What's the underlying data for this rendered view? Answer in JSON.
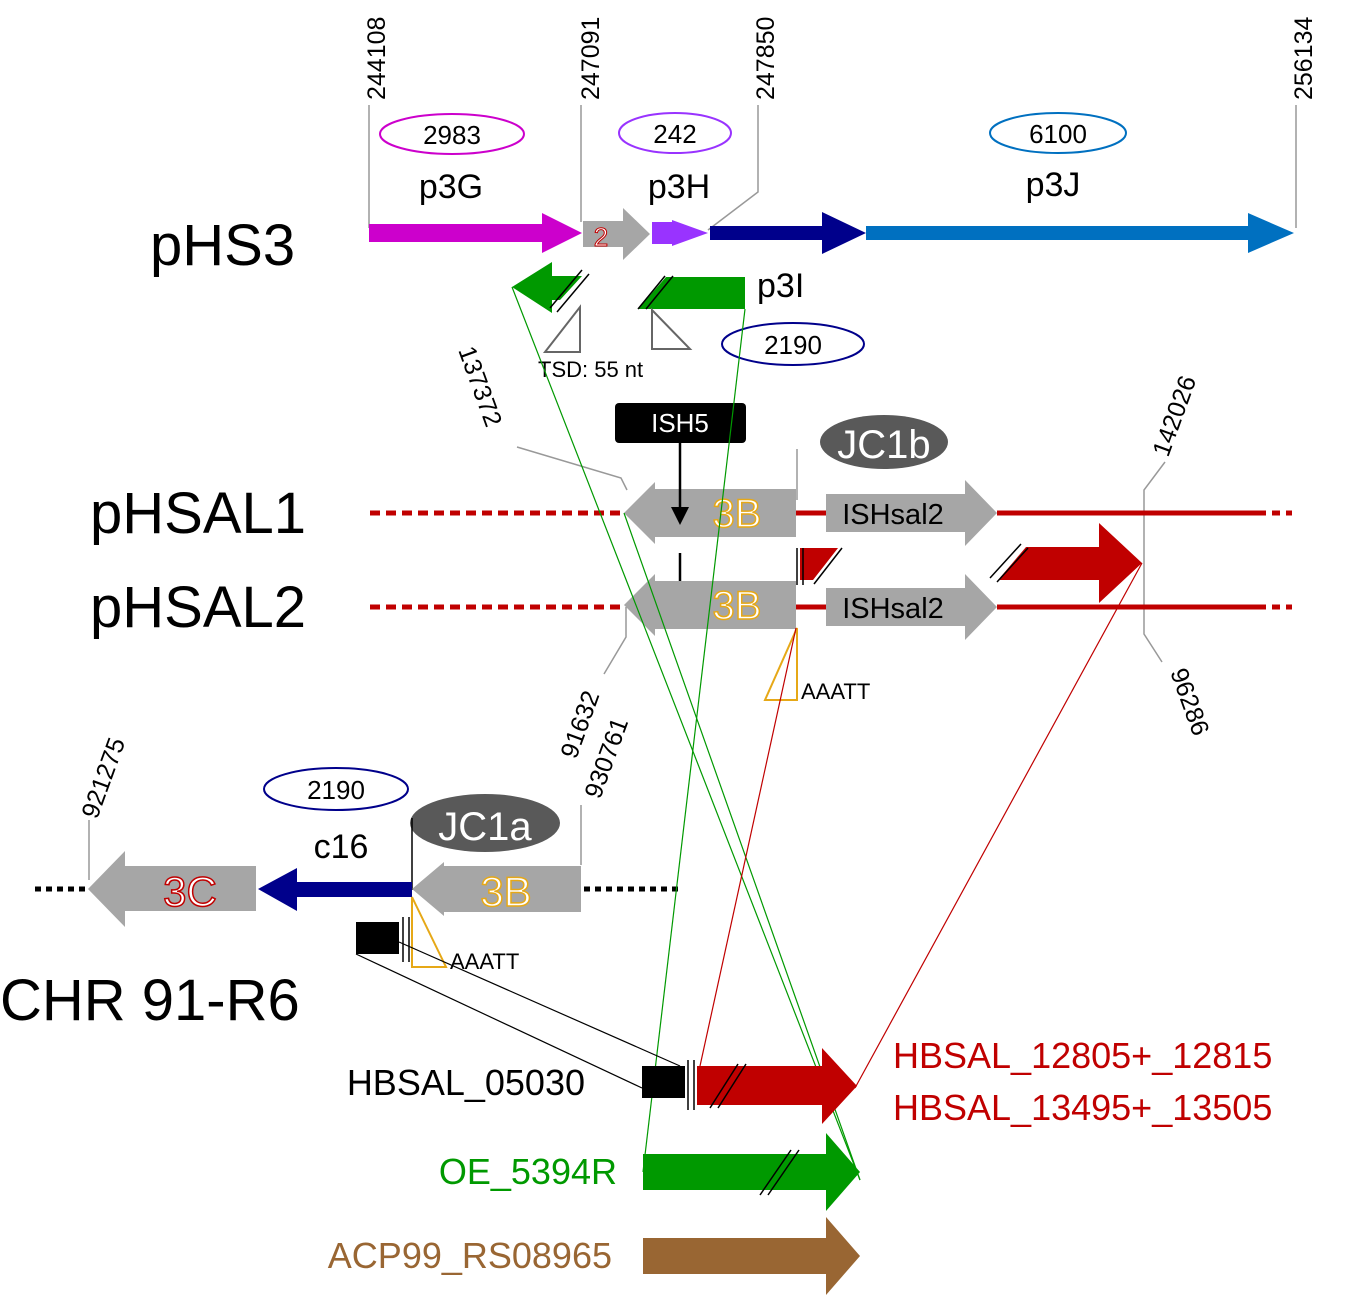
{
  "colors": {
    "magenta": "#CC00CC",
    "gray": "#A6A6A6",
    "purple": "#9933FF",
    "navy": "#00008B",
    "blue": "#0070C0",
    "green": "#009900",
    "red": "#C00000",
    "brown": "#996633",
    "gold": "#E6A817",
    "dark_gray": "#595959"
  },
  "pHS3": {
    "name": "pHS3",
    "coords": [
      "244108",
      "247091",
      "247850",
      "256134"
    ],
    "genes": {
      "p3G": {
        "label": "p3G",
        "size": "2983"
      },
      "two": {
        "label": "2"
      },
      "p3H": {
        "label": "p3H",
        "size": "242"
      },
      "p3J": {
        "label": "p3J",
        "size": "6100"
      },
      "p3I": {
        "label": "p3I",
        "size": "2190"
      }
    },
    "tsd": "TSD: 55 nt"
  },
  "pHSAL": {
    "name1": "pHSAL1",
    "name2": "pHSAL2",
    "coords_top": [
      "137372",
      "142026"
    ],
    "coords_bottom": [
      "91632",
      "96286"
    ],
    "ish5": "ISH5",
    "jc1b": "JC1b",
    "block3b": "3B",
    "ishsal2": "ISHsal2",
    "aaatt": "AAATT"
  },
  "chr": {
    "name": "CHR 91-R6",
    "coords": [
      "921275",
      "930761"
    ],
    "c16": {
      "label": "c16",
      "size": "2190"
    },
    "jc1a": "JC1a",
    "block3c": "3C",
    "block3b": "3B",
    "aaatt": "AAATT"
  },
  "bottom": {
    "hbsal_05030": "HBSAL_05030",
    "hbsal_red_1": "HBSAL_12805+_12815",
    "hbsal_red_2": "HBSAL_13495+_13505",
    "oe": "OE_5394R",
    "acp": "ACP99_RS08965"
  }
}
